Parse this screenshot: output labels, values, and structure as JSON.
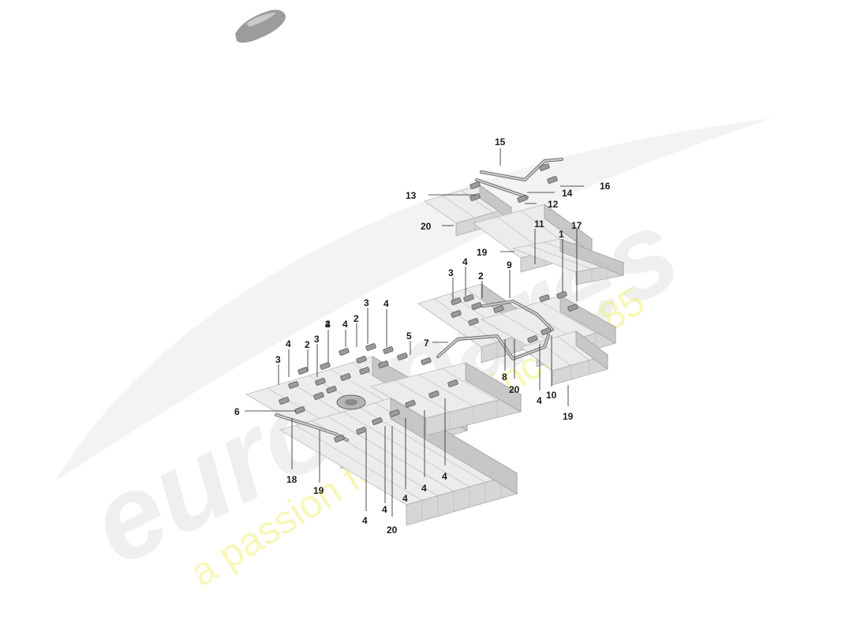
{
  "diagram": {
    "watermark": {
      "brand": "eurospares",
      "slogan": "a passion for parts since 1985"
    },
    "callouts": [
      "15",
      "16",
      "13",
      "14",
      "12",
      "20",
      "11",
      "19",
      "1",
      "17",
      "3",
      "4",
      "2",
      "9",
      "3",
      "4",
      "2",
      "4",
      "2",
      "5",
      "7",
      "4",
      "3",
      "2",
      "4",
      "3",
      "6",
      "8",
      "20",
      "4",
      "10",
      "19",
      "18",
      "19",
      "4",
      "4",
      "4",
      "4",
      "4",
      "20"
    ]
  }
}
